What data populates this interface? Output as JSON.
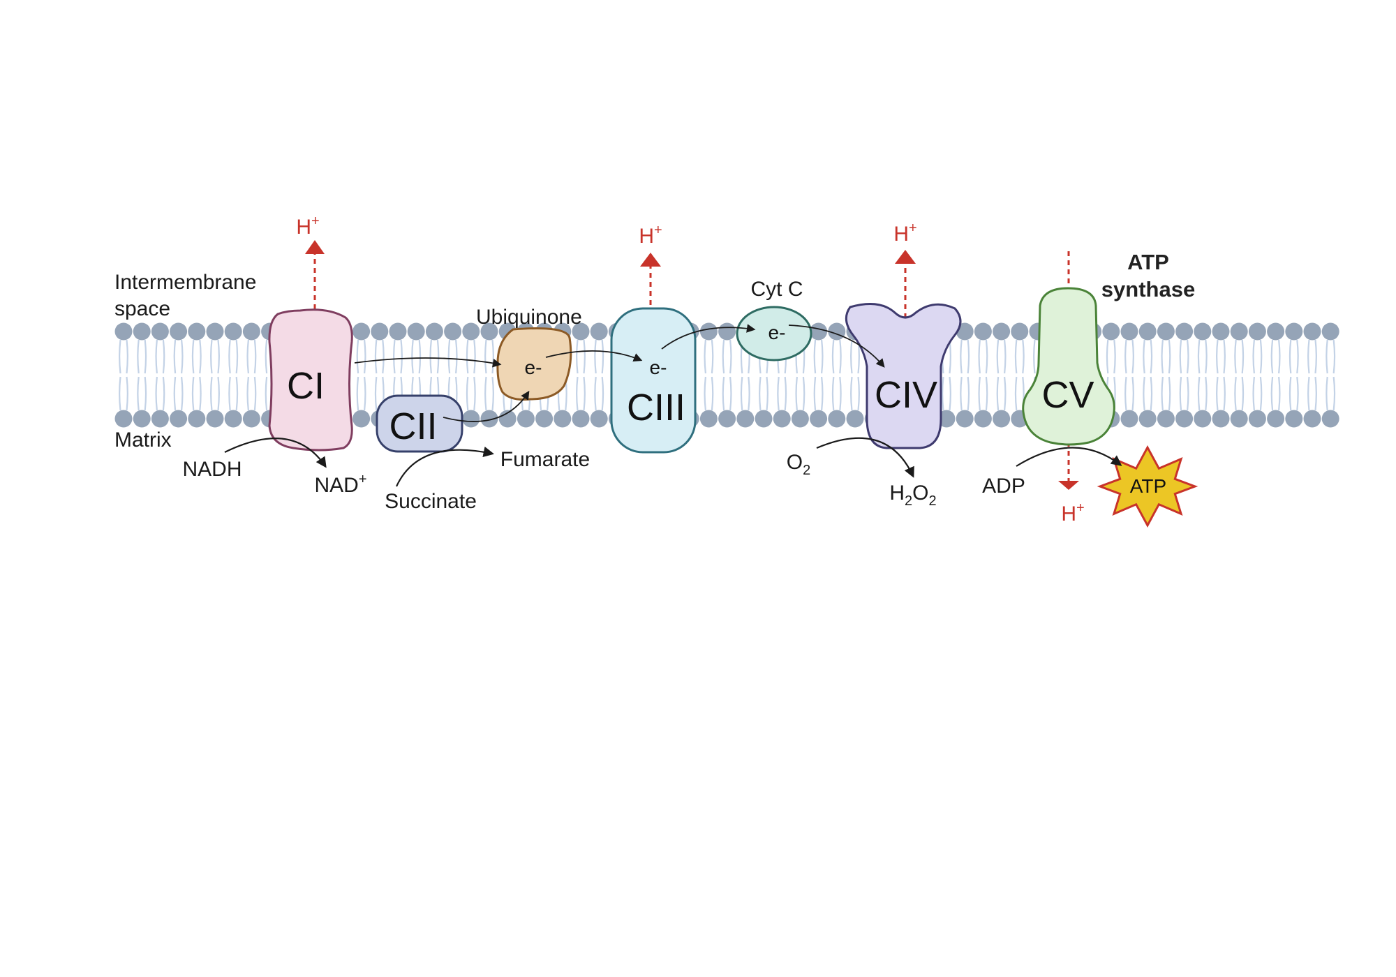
{
  "labels": {
    "intermembrane_line1": "Intermembrane",
    "intermembrane_line2": "space",
    "matrix": "Matrix",
    "ubiquinone": "Ubiquinone",
    "cyt_c": "Cyt C",
    "atp_synthase_line1": "ATP",
    "atp_synthase_line2": "synthase"
  },
  "complexes": {
    "c1": "CI",
    "c2": "CII",
    "c3": "CIII",
    "c4": "CIV",
    "c5": "CV"
  },
  "electron": "e-",
  "proton": {
    "base": "H",
    "sup": "+"
  },
  "substrates": {
    "nadh": "NADH",
    "nad_base": "NAD",
    "nad_sup": "+",
    "succinate": "Succinate",
    "fumarate": "Fumarate",
    "o2_base": "O",
    "o2_sub": "2",
    "h2o2_h": "H",
    "h2o2_sub1": "2",
    "h2o2_o": "O",
    "h2o2_sub2": "2",
    "adp": "ADP",
    "atp": "ATP"
  },
  "colors": {
    "membrane_head": "#95a4b7",
    "membrane_tail": "#c3d2e6",
    "proton_red": "#c8332a",
    "c1_fill": "#f4dbe6",
    "c1_stroke": "#7f3d5f",
    "c2_fill": "#cdd4ea",
    "c2_stroke": "#36406a",
    "ubiquinone_fill": "#efd6b4",
    "ubiquinone_stroke": "#8c5a25",
    "c3_fill": "#d7eef5",
    "c3_stroke": "#2f6f7e",
    "cytc_fill": "#d1ece8",
    "cytc_stroke": "#2e6b62",
    "c4_fill": "#dcd8f2",
    "c4_stroke": "#3e3a6e",
    "c5_fill": "#dff2d9",
    "c5_stroke": "#4a8338",
    "atp_fill": "#ecc625",
    "atp_stroke": "#c8332a"
  }
}
